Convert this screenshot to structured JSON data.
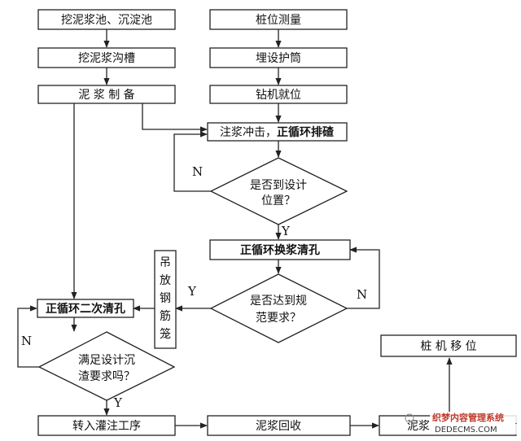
{
  "flow": {
    "dig_slurry_pool": "挖泥浆池、沉淀池",
    "dig_slurry_trench": "挖泥浆沟槽",
    "slurry_prep": "泥 浆 制 备",
    "pile_survey": "桩位测量",
    "bury_casing": "埋设护筒",
    "rig_position": "钻机就位",
    "impact_prefix": "注浆冲击，",
    "impact_bold": "正循环排碴",
    "reach_design_line1": "是否到设计",
    "reach_design_line2": "位置？",
    "first_clean": "正循环换浆清孔",
    "meet_spec_line1": "是否达到规",
    "meet_spec_line2": "范要求？",
    "cage": [
      "吊",
      "放",
      "钢",
      "筋",
      "笼"
    ],
    "second_clean": "正循环二次清孔",
    "sediment_line1": "满足设计沉",
    "sediment_line2": "渣要求吗？",
    "to_pouring": "转入灌注工序",
    "slurry_recover": "泥浆回收",
    "slurry_partial": "泥浆",
    "rig_move": "桩 机 移 位",
    "yes": "Y",
    "no": "N"
  },
  "watermark": {
    "line1": "织梦内容管理系统",
    "line2": "DEDECMS.COM"
  }
}
